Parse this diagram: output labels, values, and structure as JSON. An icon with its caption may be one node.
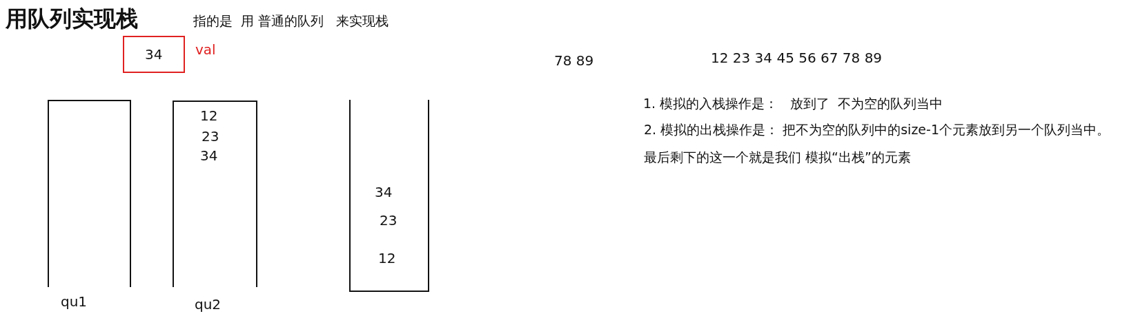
{
  "diagram": {
    "title": "用队列实现栈",
    "nodes": [
      {
        "text": [
          "34"
        ],
        "beside": [
          "val"
        ]
      },
      {
        "text": [],
        "shape": "box",
        "beside": [
          "qu1"
        ]
      },
      {
        "text": [
          "12",
          "23",
          "34"
        ],
        "beside": [
          "qu2"
        ]
      },
      {
        "text": [
          "34",
          "23",
          "12"
        ]
      }
    ],
    "labels": [
      "指的是  用 普通的队列   来实现栈",
      "78 89",
      "12 23 34 45 56 67 78 89",
      "1. 模拟的入栈操作是：   放到了  不为空的队列当中",
      "2. 模拟的出栈操作是：   把不为空的队列中的size-1个元素放到另一个队列当中。最后剩下的这一个就是我们 模拟“出栈”的元素"
    ]
  }
}
